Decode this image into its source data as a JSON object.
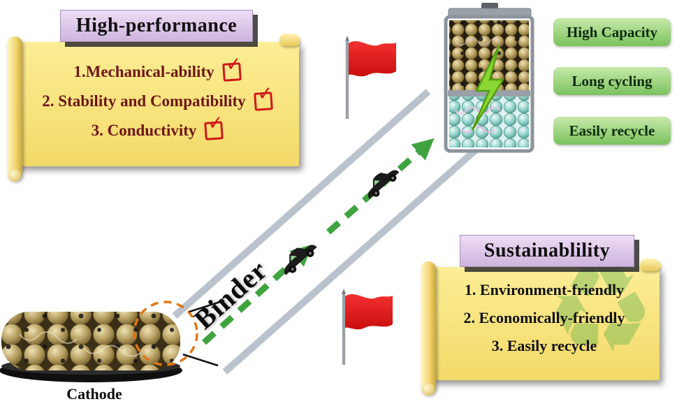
{
  "high_performance": {
    "title": "High-performance",
    "items": [
      "1.Mechanical-ability",
      "2. Stability and Compatibility",
      "3. Conductivity"
    ]
  },
  "sustainability": {
    "title": "Sustainablility",
    "items": [
      "1. Environment-friendly",
      "2. Economically-friendly",
      "3. Easily recycle"
    ]
  },
  "benefits": [
    "High Capacity",
    "Long cycling",
    "Easily recycle"
  ],
  "road": {
    "label": "Binder"
  },
  "cathode": {
    "label": "Cathode"
  },
  "icons": {
    "check": "✓",
    "recycle": "♻"
  },
  "colors": {
    "flag_red": "#d81616",
    "road_dash_green": "#3fa33f",
    "rail_gray": "#b9c2cd",
    "scroll_yellow": "#f6e07a",
    "title_lavender": "#d9c3e6",
    "pill_green": "#86c566",
    "sphere_tan": "#b49c5e",
    "sphere_teal": "#8fd2c9",
    "highlight_orange": "#e07818",
    "bolt_green": "#8bd633"
  }
}
